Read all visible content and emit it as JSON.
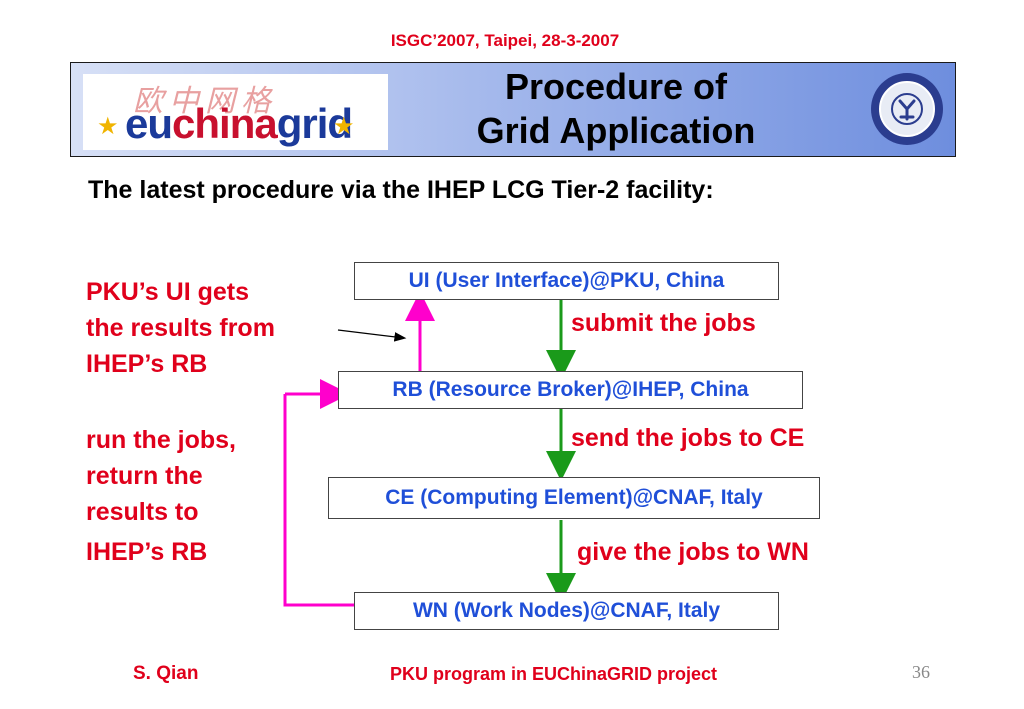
{
  "header": {
    "conference": "ISGC’2007, Taipei, 28-3-2007"
  },
  "banner": {
    "logo_cn": "欧中网格",
    "logo_left": "eu",
    "logo_mid": "china",
    "logo_right": "grid",
    "title_line1": "Procedure of",
    "title_line2": "Grid Application"
  },
  "subtitle": "The latest procedure via the IHEP LCG Tier-2 facility:",
  "diagram": {
    "nodes": {
      "ui": "UI (User Interface)@PKU, China",
      "rb": "RB (Resource Broker)@IHEP, China",
      "ce": "CE (Computing Element)@CNAF, Italy",
      "wn": "WN (Work Nodes)@CNAF, Italy"
    },
    "steps": {
      "submit": "submit the jobs",
      "send": "send the jobs to CE",
      "give": "give the jobs to WN"
    },
    "left_notes": {
      "pku_line1": "PKU’s UI gets",
      "pku_line2": "the results from",
      "pku_line3": "IHEP’s RB",
      "run_line1": "run the jobs,",
      "run_line2": "return the",
      "run_line3": "results to",
      "run_line4": "IHEP’s RB"
    },
    "colors": {
      "forward": "#1a9a1a",
      "return": "#ff00cc",
      "node_text": "#1f4fd8",
      "step_text": "#e0001b"
    }
  },
  "footer": {
    "author": "S. Qian",
    "program": "PKU program in EUChinaGRID project",
    "page": "36"
  }
}
